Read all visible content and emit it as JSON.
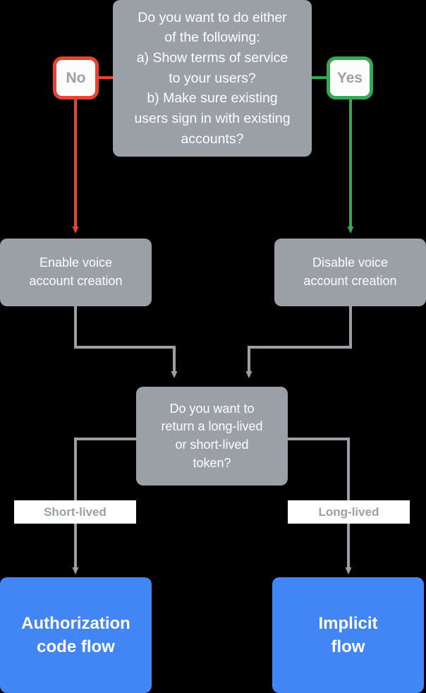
{
  "diagram": {
    "title": "Account linking flow decision chart",
    "background_color": "#000000",
    "colors": {
      "process_fill": "#9AA0A6",
      "terminal_fill": "#4285F4",
      "no_accent": "#EA4335",
      "yes_accent": "#34A853",
      "connector": "#9AA0A6",
      "label_fill": "#FFFFFF",
      "node_text": "#FFFFFF",
      "pill_text": "#9AA0A6"
    },
    "nodes": {
      "question_top": {
        "text": "Do you want to do either\nof the following:\na) Show terms of service\nto your users?\nb) Make sure existing\nusers sign in with existing\naccounts?",
        "type": "decision"
      },
      "pill_no": {
        "label": "No",
        "type": "branch-pill"
      },
      "pill_yes": {
        "label": "Yes",
        "type": "branch-pill"
      },
      "enable_voice": {
        "text": "Enable voice\naccount creation",
        "type": "process"
      },
      "disable_voice": {
        "text": "Disable voice\naccount creation",
        "type": "process"
      },
      "question_token": {
        "text": "Do you want to\nreturn a long-lived\nor short-lived\ntoken?",
        "type": "decision"
      },
      "terminal_auth": {
        "text": "Authorization\ncode flow",
        "type": "terminal"
      },
      "terminal_implicit": {
        "text": "Implicit\nflow",
        "type": "terminal"
      }
    },
    "edge_labels": {
      "short_lived": "Short-lived",
      "long_lived": "Long-lived"
    }
  }
}
